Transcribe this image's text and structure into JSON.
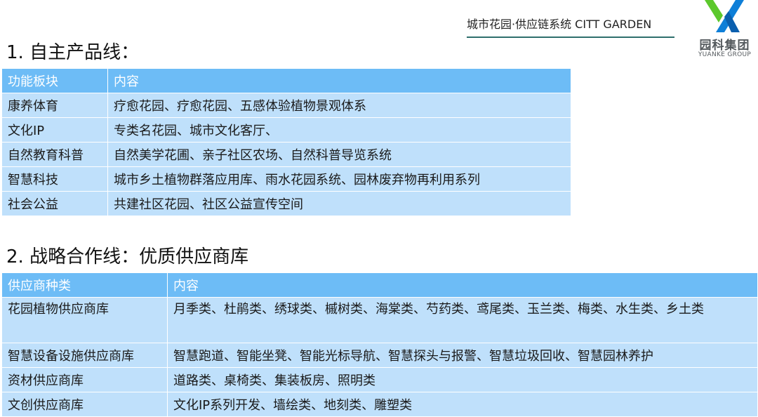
{
  "header": {
    "title": "城市花园·供应链系统 CITT GARDEN",
    "logo_name": "园科集团",
    "logo_sub": "YUANKE GROUP",
    "accent_color": "#2e6f6c",
    "logo_color": "#0e7fd8"
  },
  "section1": {
    "title": "1. 自主产品线：",
    "headers": [
      "功能板块",
      "内容"
    ],
    "rows": [
      [
        "康养体育",
        "疗愈花园、疗愈花园、五感体验植物景观体系"
      ],
      [
        "文化IP",
        "专类名花园、城市文化客厅、"
      ],
      [
        "自然教育科普",
        "自然美学花圃、亲子社区农场、自然科普导览系统"
      ],
      [
        "智慧科技",
        "城市乡土植物群落应用库、雨水花园系统、园林废弃物再利用系列"
      ],
      [
        "社会公益",
        "共建社区花园、社区公益宣传空间"
      ]
    ]
  },
  "section2": {
    "title": "2. 战略合作线：优质供应商库",
    "headers": [
      "供应商种类",
      "内容"
    ],
    "rows": [
      [
        "花园植物供应商库",
        "月季类、杜鹃类、绣球类、槭树类、海棠类、芍药类、鸢尾类、玉兰类、梅类、水生类、乡土类"
      ],
      [
        "智慧设备设施供应商库",
        "智慧跑道、智能坐凳、智能光标导航、智慧探头与报警、智慧垃圾回收、智慧园林养护"
      ],
      [
        "资材供应商库",
        "道路类、桌椅类、集装板房、照明类"
      ],
      [
        "文创供应商库",
        "文化IP系列开发、墙绘类、地刻类、雕塑类"
      ]
    ]
  },
  "colors": {
    "header_row": "#6dbcf6",
    "body_row": "#bfe0fb"
  }
}
